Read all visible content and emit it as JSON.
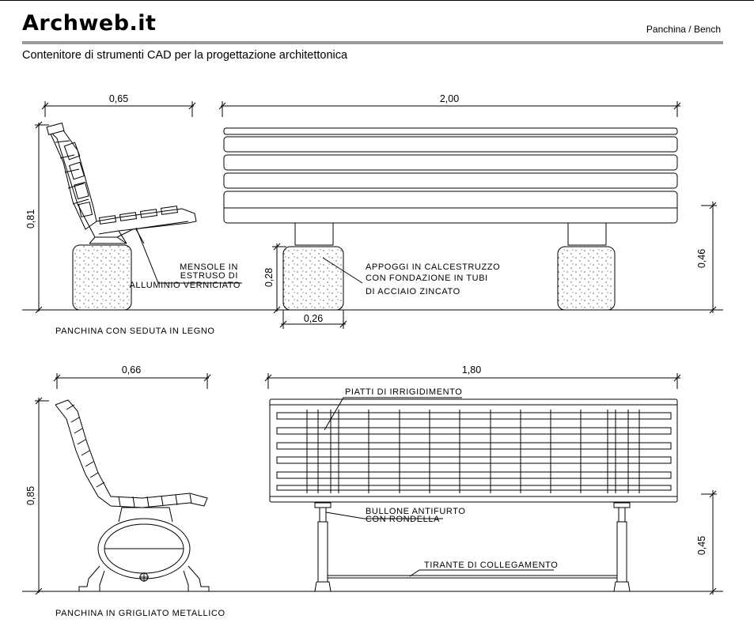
{
  "header": {
    "logo": "Archweb.it",
    "breadcrumb": "Panchina  /  Bench",
    "subtitle": "Contenitore di strumenti CAD per la progettazione architettonica"
  },
  "drawing1": {
    "dim_depth": "0,65",
    "dim_length": "2,00",
    "dim_height": "0,81",
    "dim_block_height": "0,28",
    "dim_block_width": "0,26",
    "dim_seat_height": "0,46",
    "note_brackets": [
      "MENSOLE IN",
      "ESTRUSO DI",
      "ALLUMINIO VERNICIATO"
    ],
    "note_supports": [
      "APPOGGI IN CALCESTRUZZO",
      "CON FONDAZIONE IN TUBI",
      "DI ACCIAIO ZINCATO"
    ],
    "caption": "PANCHINA CON SEDUTA IN LEGNO"
  },
  "drawing2": {
    "dim_depth": "0,66",
    "dim_length": "1,80",
    "dim_height": "0,85",
    "dim_seat_height": "0,45",
    "note_plates": "PIATTI DI IRRIGIDIMENTO",
    "note_bolt": [
      "BULLONE ANTIFURTO",
      "CON RONDELLA"
    ],
    "note_tie": "TIRANTE DI COLLEGAMENTO",
    "caption": "PANCHINA IN GRIGLIATO METALLICO"
  }
}
